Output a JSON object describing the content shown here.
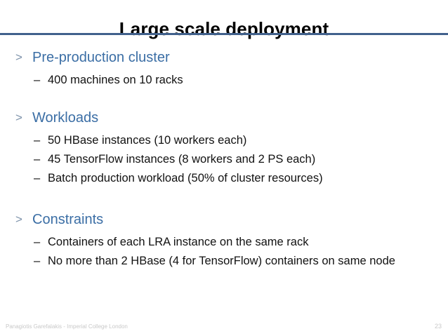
{
  "slide": {
    "title": "Large scale deployment",
    "accent_color": "#41618c",
    "heading_color": "#3b6ea5",
    "marker_color": "#7e93ab",
    "body_color": "#111111",
    "footer_color": "#c9c9c9",
    "background": "#ffffff"
  },
  "content": {
    "groups": [
      {
        "marker": ">",
        "heading": "Pre-production cluster",
        "items": [
          {
            "marker": "–",
            "text": "400 machines on 10 racks"
          }
        ]
      },
      {
        "marker": ">",
        "heading": "Workloads",
        "items": [
          {
            "marker": "–",
            "text": "50 HBase instances (10 workers each)"
          },
          {
            "marker": "–",
            "text": "45 TensorFlow instances (8 workers and 2 PS each)"
          },
          {
            "marker": "–",
            "text": "Batch production workload (50% of cluster resources)"
          }
        ]
      },
      {
        "marker": ">",
        "heading": "Constraints",
        "items": [
          {
            "marker": "–",
            "text": "Containers of each LRA instance on the same rack"
          },
          {
            "marker": "–",
            "text": "No more than 2 HBase (4 for TensorFlow) containers on same node"
          }
        ]
      }
    ]
  },
  "footer": {
    "credit": "Panagiotis Garefalakis - Imperial College London",
    "page_number": "23"
  }
}
